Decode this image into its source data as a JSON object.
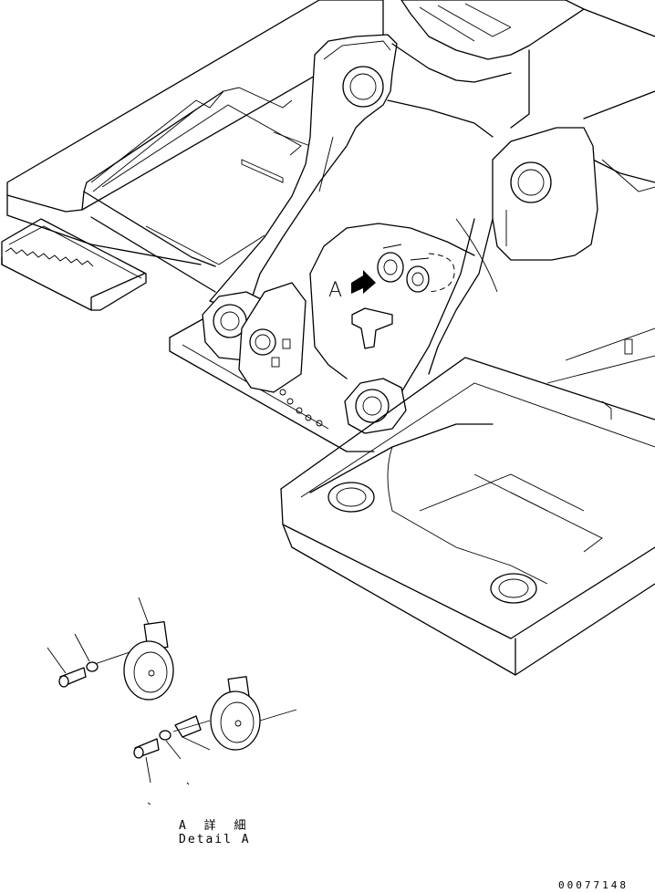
{
  "view_label": "A",
  "detail_caption_jp": "A 詳 細",
  "detail_caption_en": "Detail A",
  "drawing_number": "00077148"
}
